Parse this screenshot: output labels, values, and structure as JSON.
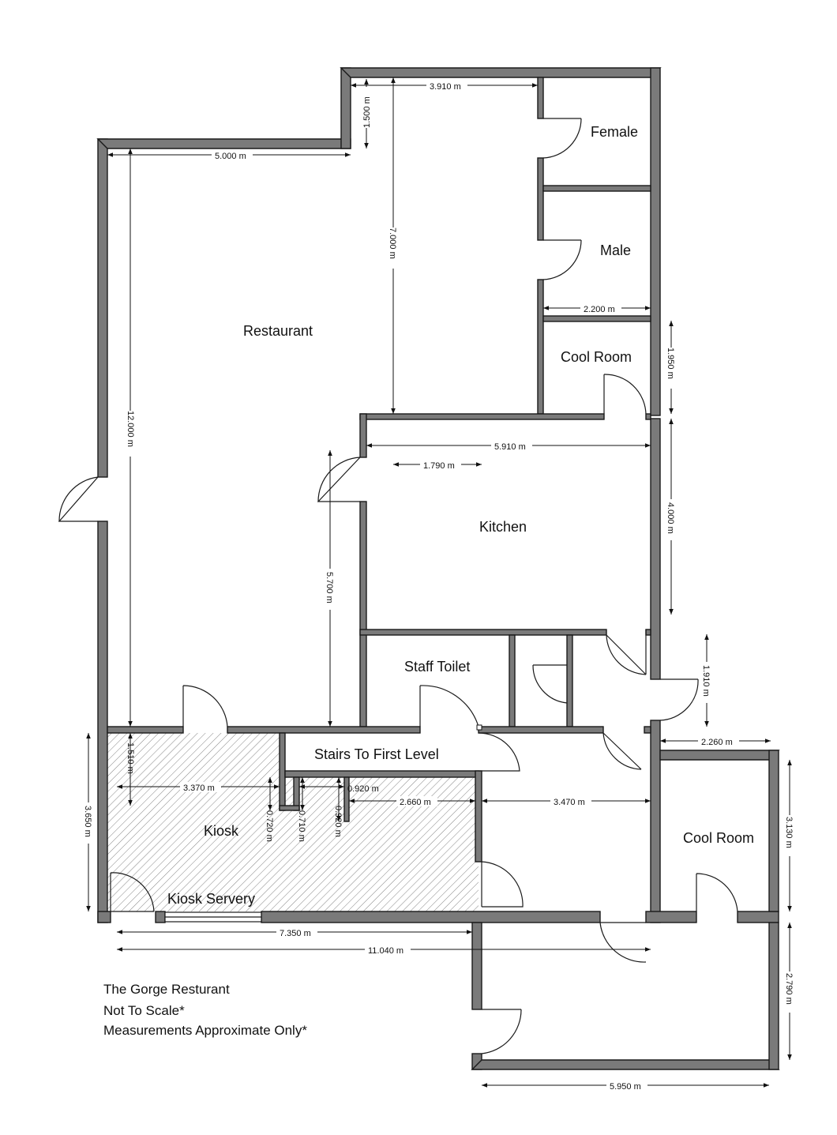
{
  "rooms": {
    "restaurant": "Restaurant",
    "female": "Female",
    "male": "Male",
    "cool_room_top": "Cool Room",
    "kitchen": "Kitchen",
    "staff_toilet": "Staff Toilet",
    "stairs": "Stairs To First Level",
    "kiosk": "Kiosk",
    "kiosk_servery": "Kiosk Servery",
    "cool_room_bottom": "Cool Room"
  },
  "dimensions": {
    "d3910": "3.910 m",
    "d1500": "1.500 m",
    "d5000": "5.000 m",
    "d7000": "7.000 m",
    "d2200": "2.200 m",
    "d1950": "1.950 m",
    "d5910": "5.910 m",
    "d1790": "1.790 m",
    "d12000": "12.000 m",
    "d4000": "4.000 m",
    "d5700": "5.700 m",
    "d1910": "1.910 m",
    "d2260": "2.260 m",
    "d1510": "1.510 m",
    "d3370": "3.370 m",
    "d0920a": "0.920 m",
    "d2660": "2.660 m",
    "d3470": "3.470 m",
    "d3650": "3.650 m",
    "d0720": "0.720 m",
    "d0710": "0.710 m",
    "d0920b": "0.920 m",
    "d3130": "3.130 m",
    "d7350": "7.350 m",
    "d11040": "11.040 m",
    "d2790": "2.790 m",
    "d5950": "5.950 m"
  },
  "legend": {
    "line1": "The Gorge Resturant",
    "line2": "Not To Scale*",
    "line3": "Measurements Approximate Only*"
  },
  "colors": {
    "wall_fill": "#7a7a7a",
    "wall_stroke": "#1a1a1a",
    "hatch": "#777777"
  }
}
